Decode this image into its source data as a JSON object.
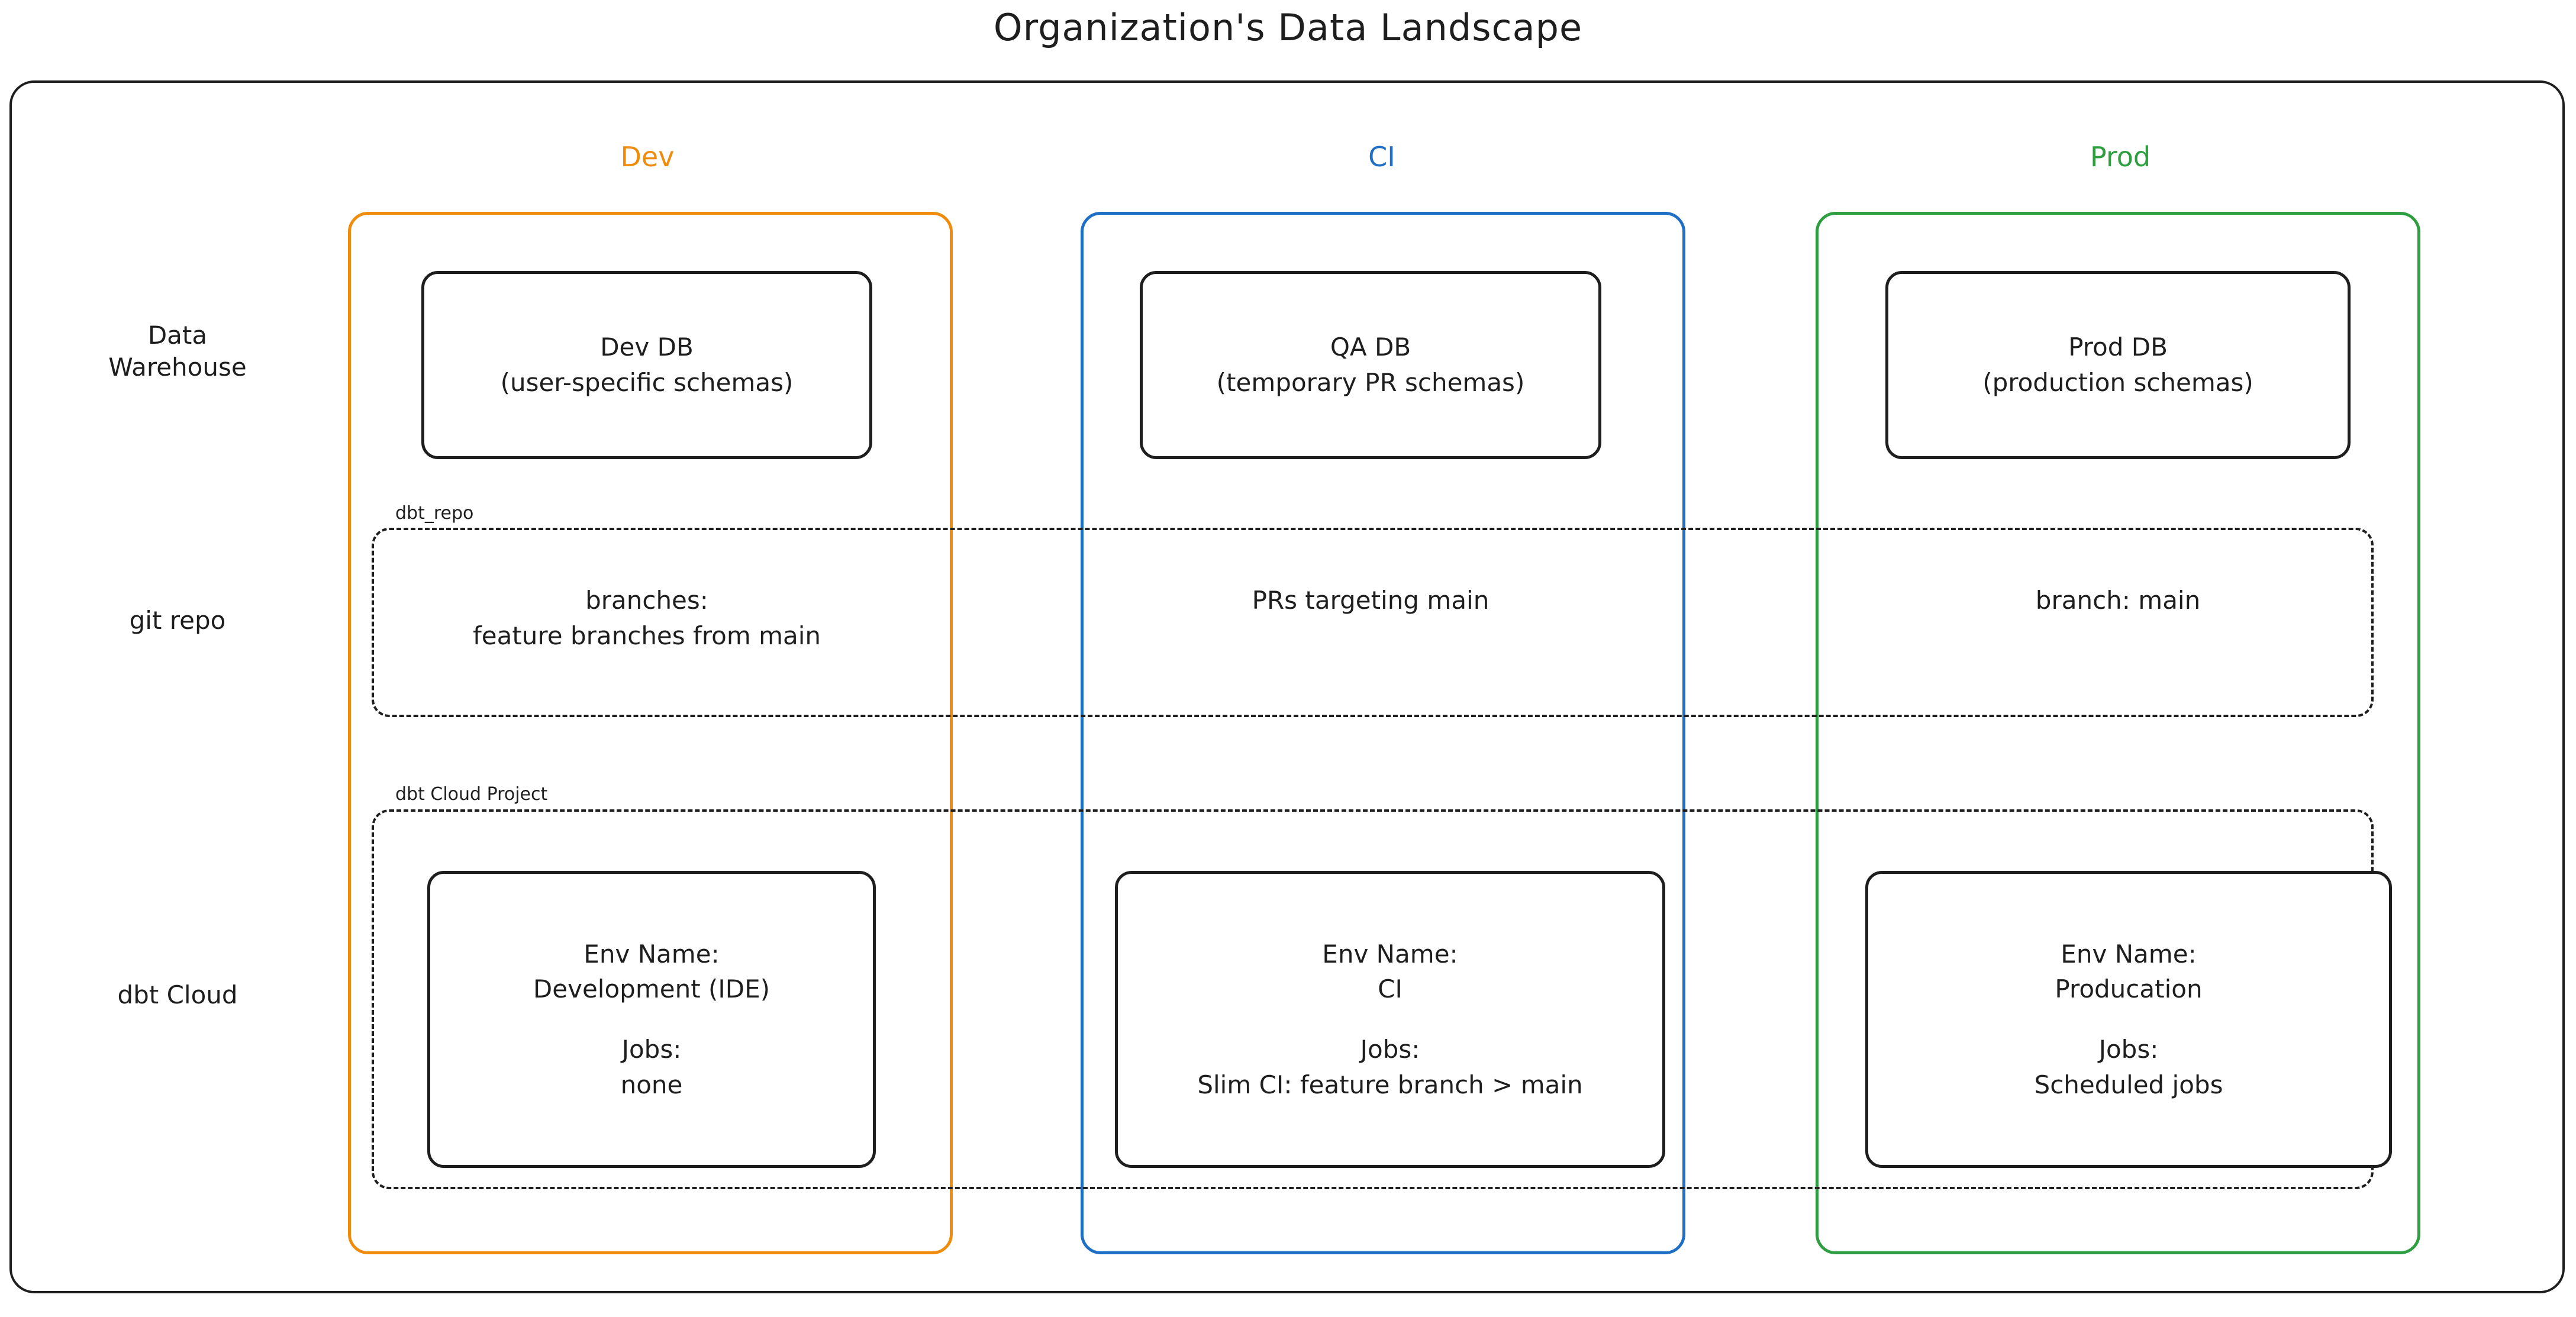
{
  "diagram": {
    "title": "Organization's Data Landscape",
    "colors": {
      "dev": "#ef8c0b",
      "ci": "#1f6fc4",
      "prod": "#2f9e41",
      "stroke": "#1e1e1e",
      "background": "#ffffff"
    }
  },
  "columns": [
    {
      "key": "dev",
      "label": "Dev"
    },
    {
      "key": "ci",
      "label": "CI"
    },
    {
      "key": "prod",
      "label": "Prod"
    }
  ],
  "rows": [
    {
      "key": "warehouse",
      "label_line1": "Data",
      "label_line2": "Warehouse"
    },
    {
      "key": "git",
      "label_line1": "git repo",
      "label_line2": ""
    },
    {
      "key": "cloud",
      "label_line1": "dbt Cloud",
      "label_line2": ""
    }
  ],
  "groups": {
    "repo": {
      "label": "dbt_repo"
    },
    "cloud": {
      "label": "dbt Cloud Project"
    }
  },
  "warehouse": {
    "dev": {
      "line1": "Dev DB",
      "line2": "(user-specific schemas)"
    },
    "ci": {
      "line1": "QA DB",
      "line2": "(temporary PR schemas)"
    },
    "prod": {
      "line1": "Prod DB",
      "line2": "(production schemas)"
    }
  },
  "git": {
    "dev": {
      "line1": "branches:",
      "line2": "feature branches from main"
    },
    "ci": {
      "line1": "PRs targeting main",
      "line2": ""
    },
    "prod": {
      "line1": "branch: main",
      "line2": ""
    }
  },
  "cloud": {
    "dev": {
      "env_label": "Env Name:",
      "env_value": "Development (IDE)",
      "jobs_label": "Jobs:",
      "jobs_value": "none"
    },
    "ci": {
      "env_label": "Env Name:",
      "env_value": "CI",
      "jobs_label": "Jobs:",
      "jobs_value": "Slim CI: feature branch > main"
    },
    "prod": {
      "env_label": "Env Name:",
      "env_value": "Producation",
      "jobs_label": "Jobs:",
      "jobs_value": "Scheduled jobs"
    }
  }
}
